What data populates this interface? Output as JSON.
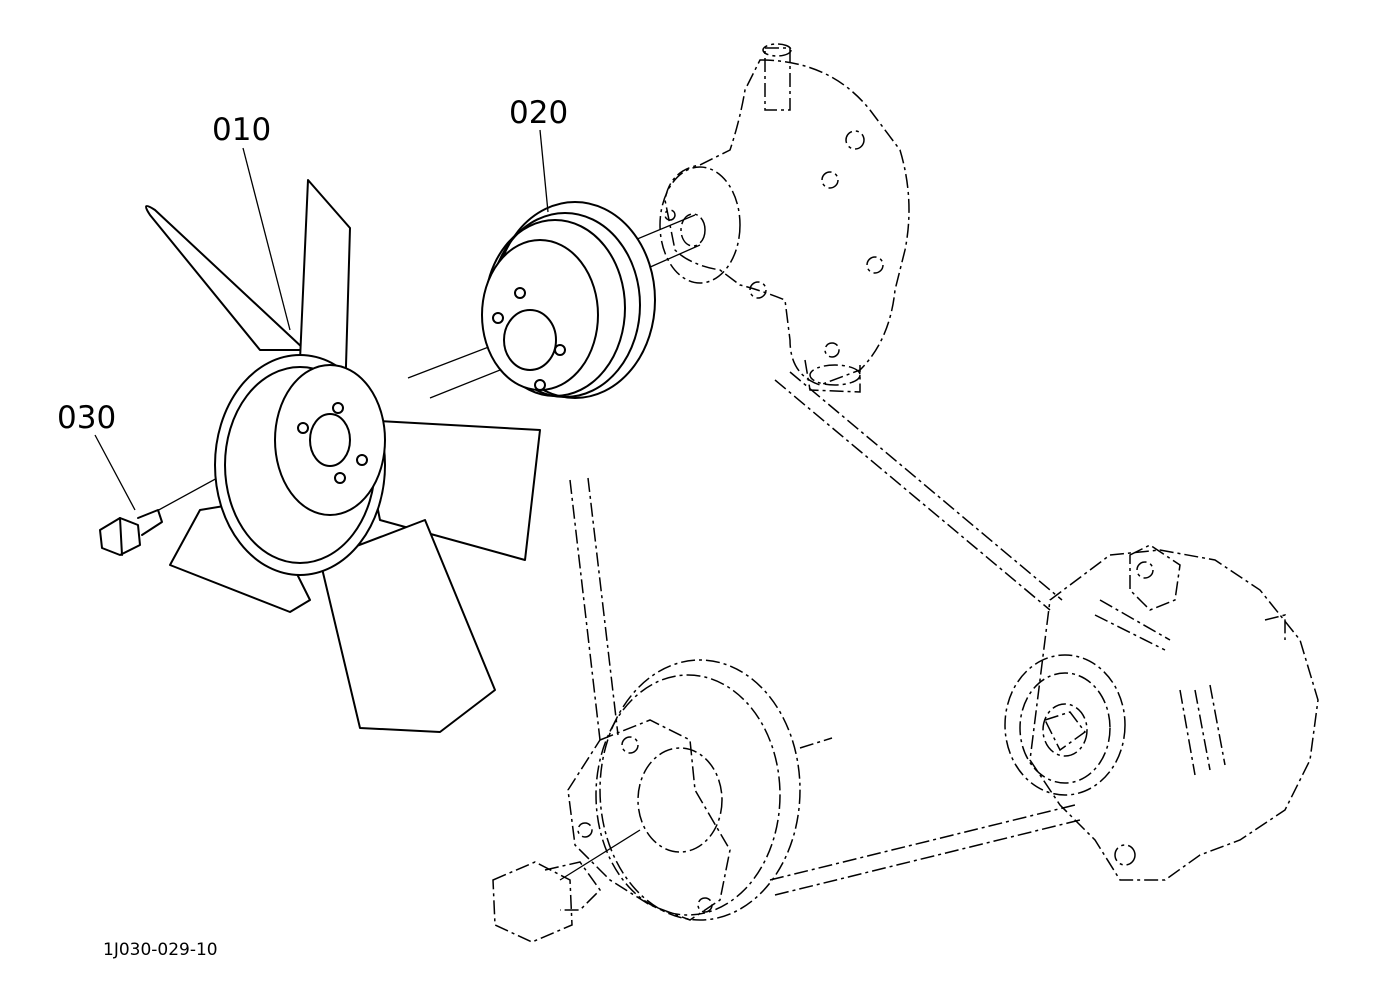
{
  "diagram": {
    "callouts": [
      {
        "id": "fan",
        "label": "010"
      },
      {
        "id": "pulley",
        "label": "020"
      },
      {
        "id": "bolt",
        "label": "030"
      }
    ],
    "drawing_ref": "1J030-029-10"
  }
}
